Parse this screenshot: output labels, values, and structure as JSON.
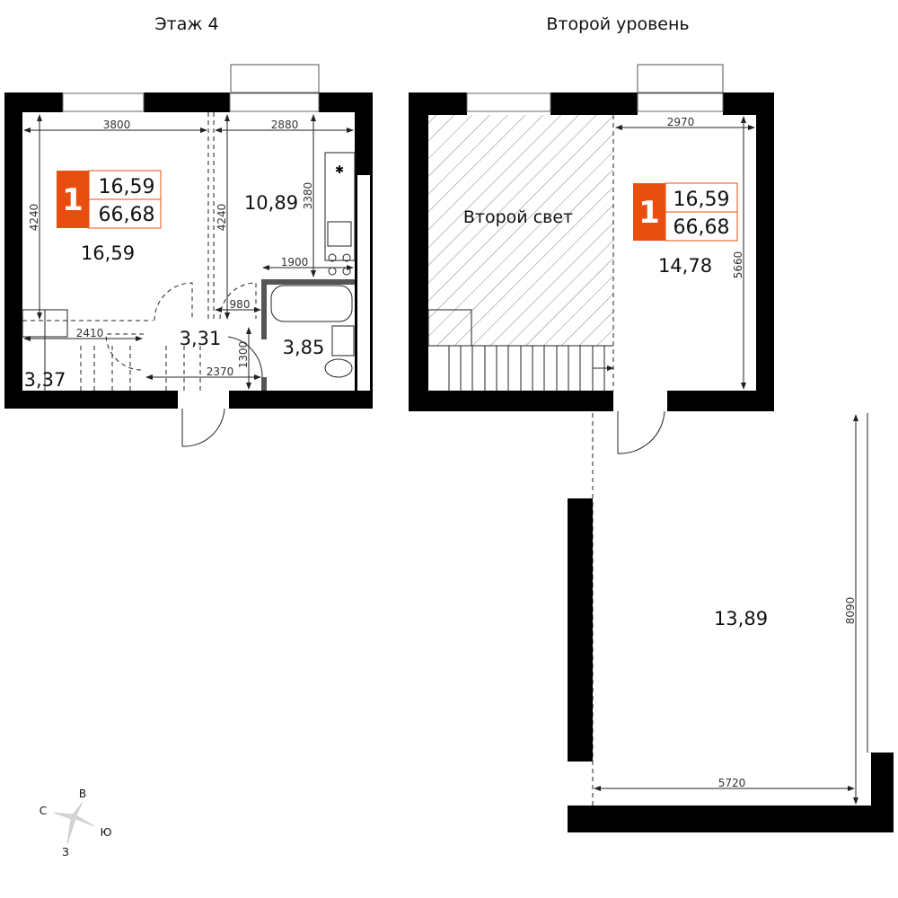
{
  "floor_left": {
    "title": "Этаж 4",
    "badge": {
      "rooms": "1",
      "living_area": "16,59",
      "total_area": "66,68"
    },
    "rooms": {
      "living": "16,59",
      "kitchen": "10,89",
      "hall": "3,31",
      "bathroom": "3,85",
      "storage": "3,37"
    },
    "dimensions": {
      "d3800": "3800",
      "d2880": "2880",
      "d4240a": "4240",
      "d4240b": "4240",
      "d3380": "3380",
      "d1900": "1900",
      "d980": "980",
      "d2410": "2410",
      "d2370": "2370",
      "d1300": "1300"
    }
  },
  "floor_right": {
    "title": "Второй уровень",
    "void_label": "Второй свет",
    "badge": {
      "rooms": "1",
      "living_area": "16,59",
      "total_area": "66,68"
    },
    "rooms": {
      "room": "14,78",
      "terrace": "13,89"
    },
    "dimensions": {
      "d2970": "2970",
      "d5660": "5660",
      "d8090": "8090",
      "d5720": "5720"
    }
  },
  "compass": {
    "north": "С",
    "east": "В",
    "south": "Ю",
    "west": "З"
  },
  "colors": {
    "accent": "#E84E0F",
    "wall": "#000000",
    "partition": "#555555"
  }
}
